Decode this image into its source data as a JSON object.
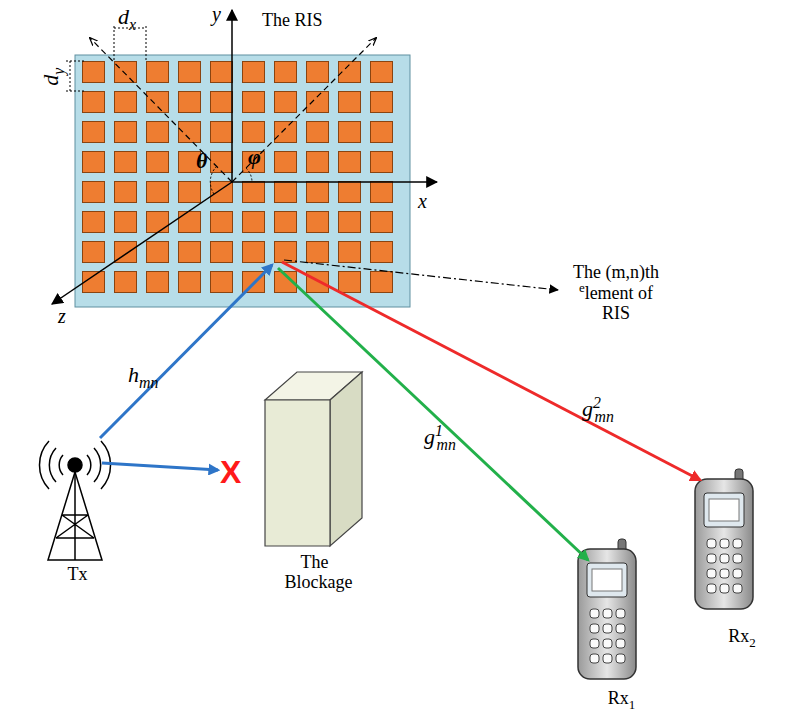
{
  "diagram": {
    "nodes": [
      {
        "text": [
          "The RIS"
        ]
      },
      {
        "text": [
          "Tx"
        ]
      },
      {
        "text": [
          "The Blockage"
        ]
      },
      {
        "text": [
          "Rx1"
        ]
      },
      {
        "text": [
          "Rx2"
        ]
      }
    ],
    "edges": [
      {
        "from": 1,
        "to": 0,
        "arrow": "to",
        "label": "hmn"
      },
      {
        "from": 1,
        "to": 2,
        "arrow": "to"
      },
      {
        "from": 0,
        "to": 3,
        "arrow": "to",
        "label": "g1mn"
      },
      {
        "from": 0,
        "to": 4,
        "arrow": "to",
        "label": "g2mn"
      }
    ],
    "labels": [
      "y",
      "x",
      "z",
      "dx",
      "dy",
      "θ",
      "φ",
      "The (m,n)th element of RIS",
      "X"
    ]
  }
}
